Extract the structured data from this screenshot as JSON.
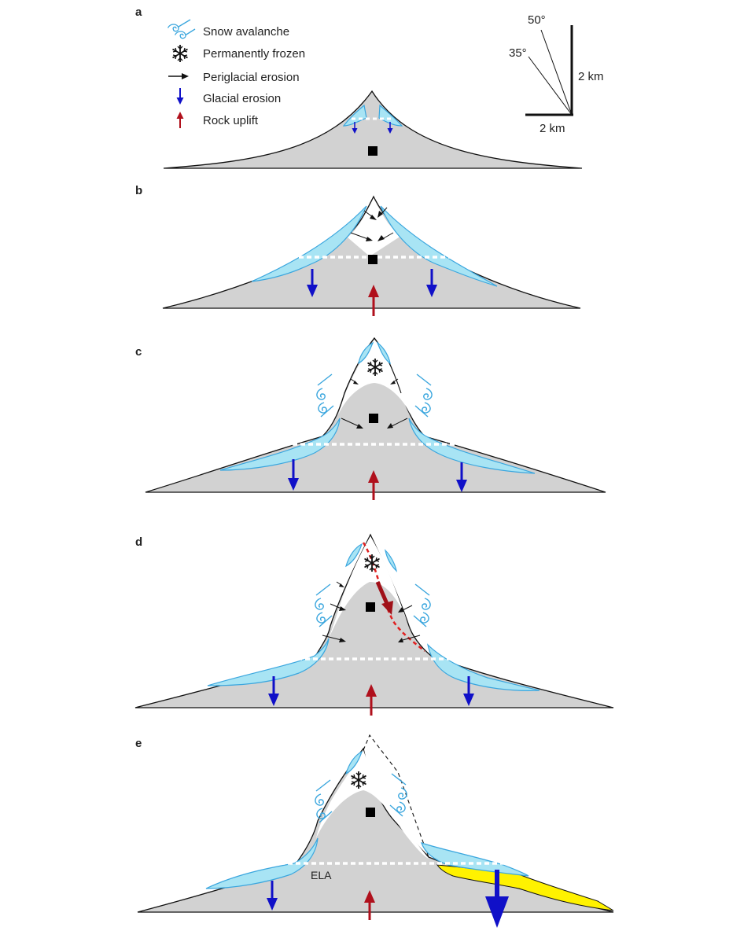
{
  "legend": {
    "items": [
      {
        "icon": "snow-avalanche-icon",
        "label": "Snow avalanche"
      },
      {
        "icon": "snowflake-icon",
        "label": "Permanently frozen"
      },
      {
        "icon": "black-arrow-icon",
        "label": "Periglacial erosion"
      },
      {
        "icon": "blue-arrow-icon",
        "label": "Glacial erosion"
      },
      {
        "icon": "red-arrow-icon",
        "label": "Rock uplift"
      }
    ]
  },
  "scale": {
    "angle_steep": "50°",
    "angle_shallow": "35°",
    "vertical": "2 km",
    "horizontal": "2 km"
  },
  "panels": {
    "a": {
      "letter": "a"
    },
    "b": {
      "letter": "b"
    },
    "c": {
      "letter": "c"
    },
    "d": {
      "letter": "d"
    },
    "e": {
      "letter": "e",
      "ela_label": "ELA"
    }
  },
  "colors": {
    "rock": "#d2d2d2",
    "ice": "#a8e4f4",
    "ice_edge": "#3aa6de",
    "glacial_arrow": "#1010c8",
    "uplift_arrow": "#b0101c",
    "fault": "#e02020",
    "sediment": "#fff200",
    "snowline": "#ffffff",
    "outline": "#111111",
    "black_block": "#000000"
  }
}
